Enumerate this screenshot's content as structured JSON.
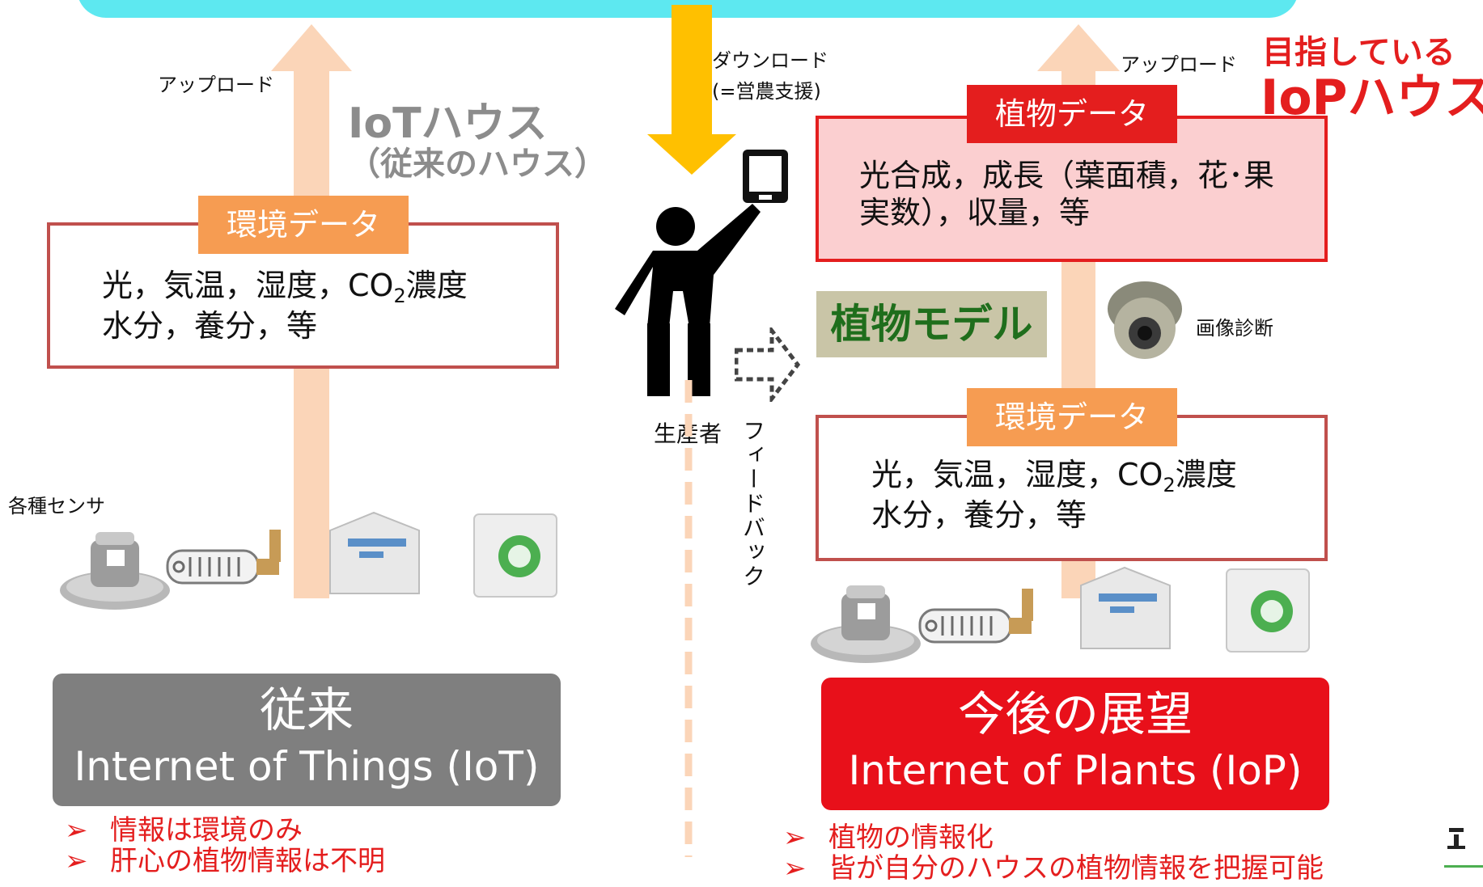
{
  "left": {
    "upload_label": "アップロード",
    "title": "IoTハウス",
    "subtitle": "（従来のハウス）",
    "tag": "環境データ",
    "line1_pre": "光，気温，湿度，CO",
    "line1_sub": "2",
    "line1_post": "濃度",
    "line2": "水分，養分，等",
    "sensors_label": "各種センサ",
    "banner_title": "従来",
    "banner_sub": "Internet of Things (IoT)",
    "bullets": [
      "情報は環境のみ",
      "肝心の植物情報は不明"
    ]
  },
  "center": {
    "download_label_1": "ダウンロード",
    "download_label_2": "(=営農支援)",
    "producer_label": "生産者",
    "feedback_label": "フィードバック",
    "model_label": "植物モデル"
  },
  "right": {
    "upload_label": "アップロード",
    "goal_line1": "目指している",
    "goal_line2": "IoPハウス",
    "plant_tag": "植物データ",
    "plant_line1": "光合成，成長（葉面積，花･果",
    "plant_line2": "実数），収量，等",
    "camera_label": "画像診断",
    "env_tag": "環境データ",
    "line1_pre": "光，気温，湿度，CO",
    "line1_sub": "2",
    "line1_post": "濃度",
    "line2": "水分，養分，等",
    "banner_title": "今後の展望",
    "banner_sub": "Internet of Plants (IoP)",
    "bullets": [
      "植物の情報化",
      "皆が自分のハウスの植物情報を把握可能"
    ]
  },
  "colors": {
    "cloud": "#5de8f0",
    "upload_arrow": "#fbd5b8",
    "download_arrow": "#ffc000",
    "box_border": "#c0504d",
    "tag_orange": "#f69c52",
    "accent_red": "#e41e1e",
    "iot_banner": "#7f7f7f",
    "model_bg": "#c9c5a7",
    "model_text": "#1f6e1c"
  }
}
